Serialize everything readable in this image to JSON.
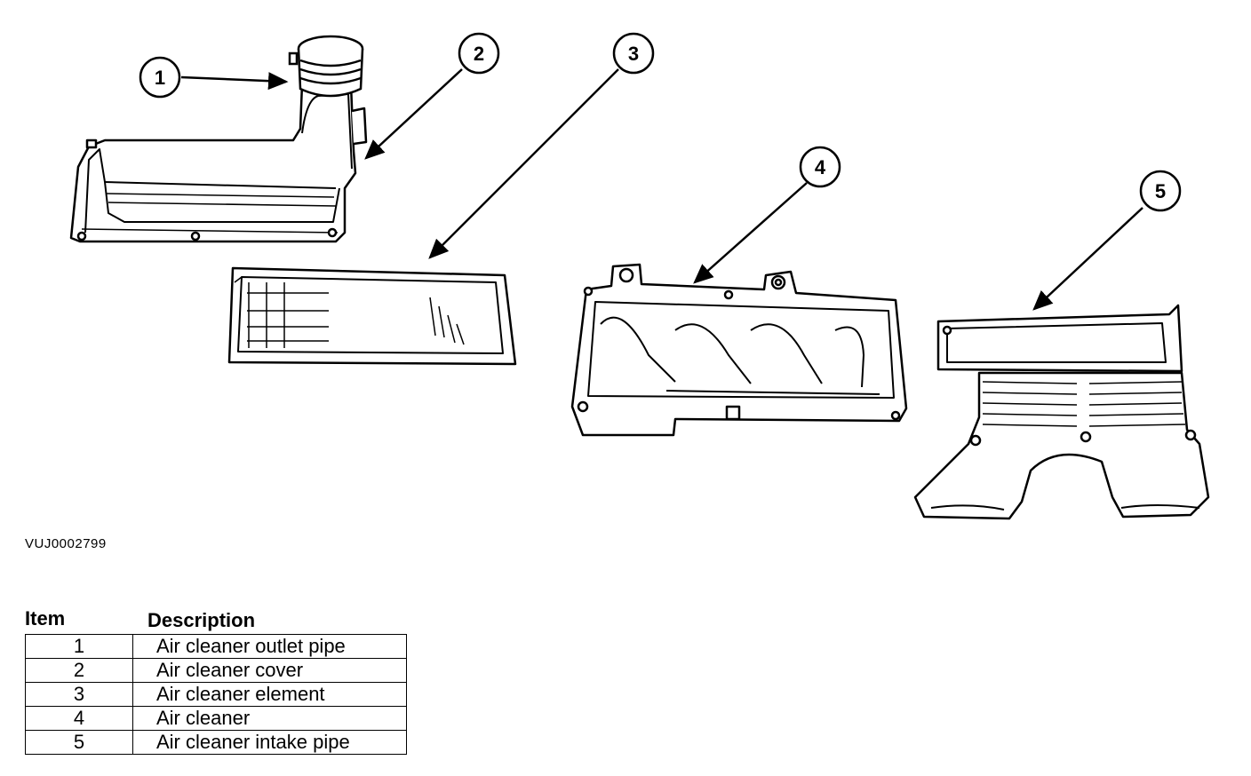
{
  "figure_id": "VUJ0002799",
  "callouts": [
    "1",
    "2",
    "3",
    "4",
    "5"
  ],
  "legend": {
    "header_item": "Item",
    "header_description": "Description",
    "rows": [
      {
        "item": "1",
        "description": "Air cleaner outlet pipe"
      },
      {
        "item": "2",
        "description": "Air cleaner cover"
      },
      {
        "item": "3",
        "description": "Air cleaner element"
      },
      {
        "item": "4",
        "description": "Air cleaner"
      },
      {
        "item": "5",
        "description": "Air cleaner intake pipe"
      }
    ]
  }
}
